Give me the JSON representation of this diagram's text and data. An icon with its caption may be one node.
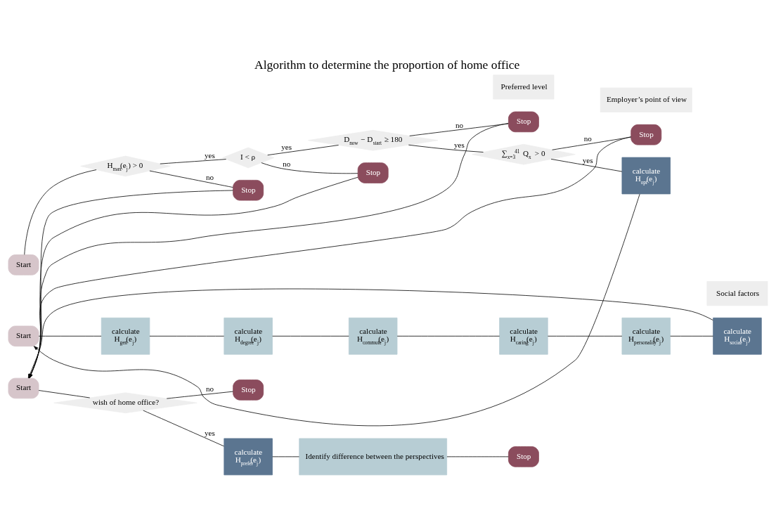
{
  "diagram": {
    "title": "Algorithm to determine the proportion of home office",
    "nodes": [
      {
        "text": [
          "Start"
        ]
      },
      {
        "text": [
          "H$_{max}$(e$_{j}$) > 0"
        ]
      },
      {
        "text": [
          "Stop"
        ]
      },
      {
        "text": [
          "I < ρ"
        ]
      },
      {
        "text": [
          "Stop"
        ]
      },
      {
        "text": [
          "D$_{now}$ − D$_{start}$ ≥ 180"
        ]
      },
      {
        "text": [
          "Stop"
        ]
      },
      {
        "text": [
          "∑$_{x=3}$$^{41}$ Q$_{x}$ > 0"
        ]
      },
      {
        "text": [
          "Stop"
        ]
      },
      {
        "text": [
          "calculate",
          "H$_{opt}$(e$_{j}$)"
        ]
      },
      {
        "text": [
          "Start"
        ]
      },
      {
        "text": [
          "calculate",
          "H$_{gen}$(e$_{j}$)"
        ]
      },
      {
        "text": [
          "calculate",
          "H$_{degree}$(e$_{j}$)"
        ]
      },
      {
        "text": [
          "calculate",
          "H$_{commute}$(e$_{j}$)"
        ]
      },
      {
        "text": [
          "calculate",
          "H$_{caring}$(e$_{j}$)"
        ]
      },
      {
        "text": [
          "calculate",
          "H$_{personality}$(e$_{j}$)"
        ]
      },
      {
        "text": [
          "calculate",
          "H$_{social}$(e$_{j}$)"
        ]
      },
      {
        "text": [
          "Start"
        ]
      },
      {
        "text": [
          "wish of home office?"
        ]
      },
      {
        "text": [
          "Stop"
        ]
      },
      {
        "text": [
          "calculate",
          "H$_{prefer}$(e$_{j}$)"
        ]
      },
      {
        "text": [
          "Identify difference between the perspectives"
        ]
      },
      {
        "text": [
          "Stop"
        ]
      },
      {
        "text": [
          "Employer’s point of view"
        ]
      },
      {
        "text": [
          "Social factors"
        ]
      },
      {
        "text": [
          "Preferred level"
        ]
      }
    ],
    "edges": [
      {
        "from": 0,
        "to": 1,
        "arrow": "none"
      },
      {
        "from": 1,
        "to": 2,
        "arrow": "none",
        "label": "no"
      },
      {
        "from": 1,
        "to": 3,
        "arrow": "none",
        "label": "yes"
      },
      {
        "from": 3,
        "to": 4,
        "arrow": "none",
        "label": "no"
      },
      {
        "from": 3,
        "to": 5,
        "arrow": "none",
        "label": "yes"
      },
      {
        "from": 5,
        "to": 6,
        "arrow": "none",
        "label": "no"
      },
      {
        "from": 5,
        "to": 7,
        "arrow": "none",
        "label": "yes"
      },
      {
        "from": 7,
        "to": 8,
        "arrow": "none",
        "label": "no"
      },
      {
        "from": 7,
        "to": 9,
        "arrow": "none",
        "label": "yes"
      },
      {
        "from": 9,
        "to": 10,
        "arrow": "to"
      },
      {
        "from": 10,
        "to": 11,
        "arrow": "none"
      },
      {
        "from": 11,
        "to": 12,
        "arrow": "none"
      },
      {
        "from": 12,
        "to": 13,
        "arrow": "none"
      },
      {
        "from": 13,
        "to": 14,
        "arrow": "none"
      },
      {
        "from": 14,
        "to": 15,
        "arrow": "none"
      },
      {
        "from": 15,
        "to": 16,
        "arrow": "none"
      },
      {
        "from": 2,
        "to": 17,
        "arrow": "to"
      },
      {
        "from": 4,
        "to": 17,
        "arrow": "to"
      },
      {
        "from": 6,
        "to": 17,
        "arrow": "to"
      },
      {
        "from": 8,
        "to": 17,
        "arrow": "to"
      },
      {
        "from": 16,
        "to": 17,
        "arrow": "to"
      },
      {
        "from": 17,
        "to": 18,
        "arrow": "none"
      },
      {
        "from": 18,
        "to": 19,
        "arrow": "none",
        "label": "no"
      },
      {
        "from": 18,
        "to": 20,
        "arrow": "none",
        "label": "yes"
      },
      {
        "from": 20,
        "to": 21,
        "arrow": "none"
      },
      {
        "from": 21,
        "to": 22,
        "arrow": "none"
      }
    ]
  }
}
